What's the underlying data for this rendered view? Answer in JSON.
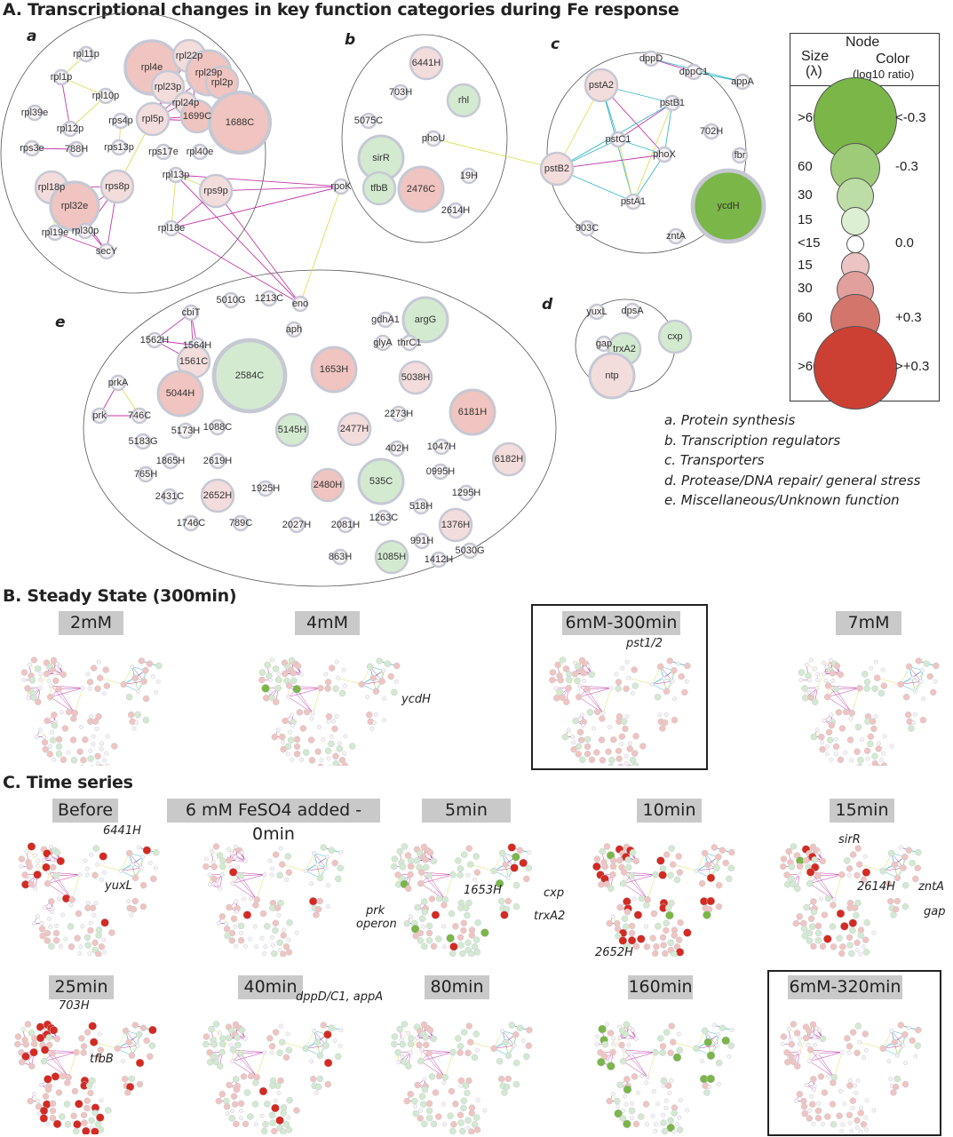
{
  "sections": {
    "a_title": "A. Transcriptional changes in key function categories during Fe response",
    "b_title": "B. Steady State (300min)",
    "c_title": "C. Time series"
  },
  "groups": [
    {
      "letter": "a"
    },
    {
      "letter": "b"
    },
    {
      "letter": "c"
    },
    {
      "letter": "d"
    },
    {
      "letter": "e"
    }
  ],
  "network": {
    "nodes": [
      {
        "id": "rpl11p",
        "size": "<15",
        "color": "neutral"
      },
      {
        "id": "rpl1p",
        "size": "<15",
        "color": "neutral"
      },
      {
        "id": "rpl10p",
        "size": "<15",
        "color": "neutral"
      },
      {
        "id": "rpl39e",
        "size": "<15",
        "color": "neutral"
      },
      {
        "id": "rpl12p",
        "size": "<15",
        "color": "neutral"
      },
      {
        "id": "rps3e",
        "size": "<15",
        "color": "neutral"
      },
      {
        "id": "788H",
        "size": "<15",
        "color": "neutral"
      },
      {
        "id": "rps4p",
        "size": "<15",
        "color": "neutral"
      },
      {
        "id": "rps13p",
        "size": "<15",
        "color": "neutral"
      },
      {
        "id": "rpl4e",
        "size": ">60",
        "color": "up-mid"
      },
      {
        "id": "rpl22p",
        "size": "30",
        "color": "up-low"
      },
      {
        "id": "rpl29p",
        "size": "60",
        "color": "up-mid"
      },
      {
        "id": "rpl2p",
        "size": "30",
        "color": "up-mid"
      },
      {
        "id": "rpl23p",
        "size": "30",
        "color": "up-low"
      },
      {
        "id": "rpl24p",
        "size": "15",
        "color": "up-low"
      },
      {
        "id": "rpl5p",
        "size": "30",
        "color": "up-low"
      },
      {
        "id": "1699C",
        "size": "30",
        "color": "up-mid"
      },
      {
        "id": "1688C",
        "size": ">60",
        "color": "up-mid"
      },
      {
        "id": "rps17e",
        "size": "<15",
        "color": "neutral"
      },
      {
        "id": "rpl40e",
        "size": "<15",
        "color": "neutral"
      },
      {
        "id": "rpl18p",
        "size": "30",
        "color": "up-low"
      },
      {
        "id": "rpl32e",
        "size": "60",
        "color": "up-mid"
      },
      {
        "id": "rps8p",
        "size": "30",
        "color": "up-low"
      },
      {
        "id": "rpl19e",
        "size": "<15",
        "color": "neutral"
      },
      {
        "id": "rpl30p",
        "size": "<15",
        "color": "neutral"
      },
      {
        "id": "secY",
        "size": "<15",
        "color": "neutral"
      },
      {
        "id": "rpl13p",
        "size": "<15",
        "color": "neutral"
      },
      {
        "id": "rps9p",
        "size": "30",
        "color": "up-low"
      },
      {
        "id": "rpl18e",
        "size": "<15",
        "color": "neutral"
      },
      {
        "id": "rpoK",
        "size": "<15",
        "color": "neutral"
      },
      {
        "id": "6441H",
        "size": "30",
        "color": "up-low"
      },
      {
        "id": "703H",
        "size": "<15",
        "color": "neutral"
      },
      {
        "id": "rhl",
        "size": "30",
        "color": "down-low"
      },
      {
        "id": "5075C",
        "size": "<15",
        "color": "neutral"
      },
      {
        "id": "phoU",
        "size": "<15",
        "color": "neutral"
      },
      {
        "id": "sirR",
        "size": "60",
        "color": "down-low"
      },
      {
        "id": "tfbB",
        "size": "30",
        "color": "down-low"
      },
      {
        "id": "2476C",
        "size": "60",
        "color": "up-mid"
      },
      {
        "id": "19H",
        "size": "<15",
        "color": "neutral"
      },
      {
        "id": "2614H",
        "size": "<15",
        "color": "neutral"
      },
      {
        "id": "dppD",
        "size": "<15",
        "color": "neutral"
      },
      {
        "id": "dppC1",
        "size": "<15",
        "color": "neutral"
      },
      {
        "id": "appA",
        "size": "<15",
        "color": "neutral"
      },
      {
        "id": "pstA2",
        "size": "30",
        "color": "up-low"
      },
      {
        "id": "pstB1",
        "size": "<15",
        "color": "neutral"
      },
      {
        "id": "702H",
        "size": "<15",
        "color": "neutral"
      },
      {
        "id": "pstC1",
        "size": "<15",
        "color": "neutral"
      },
      {
        "id": "phoX",
        "size": "<15",
        "color": "neutral"
      },
      {
        "id": "fbr",
        "size": "<15",
        "color": "neutral"
      },
      {
        "id": "pstB2",
        "size": "30",
        "color": "up-low"
      },
      {
        "id": "pstA1",
        "size": "<15",
        "color": "neutral"
      },
      {
        "id": "ycdH",
        "size": ">60",
        "color": "down-high"
      },
      {
        "id": "903C",
        "size": "<15",
        "color": "neutral"
      },
      {
        "id": "zntA",
        "size": "<15",
        "color": "neutral"
      },
      {
        "id": "yuxL",
        "size": "<15",
        "color": "neutral"
      },
      {
        "id": "dpsA",
        "size": "<15",
        "color": "neutral"
      },
      {
        "id": "cxp",
        "size": "30",
        "color": "down-low"
      },
      {
        "id": "gap",
        "size": "<15",
        "color": "neutral"
      },
      {
        "id": "trxA2",
        "size": "30",
        "color": "down-low"
      },
      {
        "id": "ntp",
        "size": "60",
        "color": "up-low"
      },
      {
        "id": "5010G",
        "size": "<15",
        "color": "neutral"
      },
      {
        "id": "1213C",
        "size": "<15",
        "color": "neutral"
      },
      {
        "id": "eno",
        "size": "<15",
        "color": "neutral"
      },
      {
        "id": "cbiT",
        "size": "<15",
        "color": "neutral"
      },
      {
        "id": "aph",
        "size": "<15",
        "color": "neutral"
      },
      {
        "id": "gdhA1",
        "size": "<15",
        "color": "neutral"
      },
      {
        "id": "argG",
        "size": "60",
        "color": "down-low"
      },
      {
        "id": "glyA",
        "size": "<15",
        "color": "neutral"
      },
      {
        "id": "thrC1",
        "size": "<15",
        "color": "neutral"
      },
      {
        "id": "1562H",
        "size": "<15",
        "color": "neutral"
      },
      {
        "id": "1564H",
        "size": "<15",
        "color": "neutral"
      },
      {
        "id": "1561C",
        "size": "30",
        "color": "up-low"
      },
      {
        "id": "2584C",
        "size": ">60",
        "color": "down-low"
      },
      {
        "id": "1653H",
        "size": "60",
        "color": "up-mid"
      },
      {
        "id": "5038H",
        "size": "30",
        "color": "up-low"
      },
      {
        "id": "prkA",
        "size": "<15",
        "color": "neutral"
      },
      {
        "id": "5044H",
        "size": "60",
        "color": "up-mid"
      },
      {
        "id": "prk",
        "size": "<15",
        "color": "neutral"
      },
      {
        "id": "746C",
        "size": "<15",
        "color": "neutral"
      },
      {
        "id": "2273H",
        "size": "<15",
        "color": "neutral"
      },
      {
        "id": "6181H",
        "size": "60",
        "color": "up-mid"
      },
      {
        "id": "5173H",
        "size": "<15",
        "color": "neutral"
      },
      {
        "id": "1088C",
        "size": "<15",
        "color": "neutral"
      },
      {
        "id": "5145H",
        "size": "30",
        "color": "down-low"
      },
      {
        "id": "2477H",
        "size": "30",
        "color": "up-low"
      },
      {
        "id": "5183G",
        "size": "<15",
        "color": "neutral"
      },
      {
        "id": "402H",
        "size": "<15",
        "color": "neutral"
      },
      {
        "id": "1047H",
        "size": "<15",
        "color": "neutral"
      },
      {
        "id": "6182H",
        "size": "30",
        "color": "up-low"
      },
      {
        "id": "1865H",
        "size": "<15",
        "color": "neutral"
      },
      {
        "id": "2619H",
        "size": "<15",
        "color": "neutral"
      },
      {
        "id": "765H",
        "size": "<15",
        "color": "neutral"
      },
      {
        "id": "0995H",
        "size": "<15",
        "color": "neutral"
      },
      {
        "id": "2431C",
        "size": "<15",
        "color": "neutral"
      },
      {
        "id": "2652H",
        "size": "30",
        "color": "up-low"
      },
      {
        "id": "1925H",
        "size": "<15",
        "color": "neutral"
      },
      {
        "id": "2480H",
        "size": "30",
        "color": "up-mid"
      },
      {
        "id": "535C",
        "size": "60",
        "color": "down-low"
      },
      {
        "id": "1295H",
        "size": "<15",
        "color": "neutral"
      },
      {
        "id": "518H",
        "size": "<15",
        "color": "neutral"
      },
      {
        "id": "1263C",
        "size": "<15",
        "color": "neutral"
      },
      {
        "id": "1376H",
        "size": "30",
        "color": "up-low"
      },
      {
        "id": "1746C",
        "size": "<15",
        "color": "neutral"
      },
      {
        "id": "789C",
        "size": "<15",
        "color": "neutral"
      },
      {
        "id": "2027H",
        "size": "<15",
        "color": "neutral"
      },
      {
        "id": "2081H",
        "size": "<15",
        "color": "neutral"
      },
      {
        "id": "991H",
        "size": "<15",
        "color": "neutral"
      },
      {
        "id": "5030G",
        "size": "<15",
        "color": "neutral"
      },
      {
        "id": "863H",
        "size": "<15",
        "color": "neutral"
      },
      {
        "id": "1085H",
        "size": "30",
        "color": "down-low"
      },
      {
        "id": "1412H",
        "size": "<15",
        "color": "neutral"
      }
    ],
    "edge_colors": {
      "magenta": "#c23aa8",
      "yellow": "#dede5c",
      "cyan": "#3bb8c9"
    }
  },
  "legend": {
    "title": "Node",
    "size_header": "Size",
    "size_unit": "(λ)",
    "color_header": "Color",
    "color_unit": "(log10 ratio)",
    "rows": [
      {
        "size": ">60",
        "color_value": "<-0.3",
        "fill": "#7ab648"
      },
      {
        "size": "60",
        "color_value": "-0.3",
        "fill": "#9dcb78"
      },
      {
        "size": "30",
        "color_value": "",
        "fill": "#bddda6"
      },
      {
        "size": "15",
        "color_value": "",
        "fill": "#ddefd2"
      },
      {
        "size": "<15",
        "color_value": "0.0",
        "fill": "#ffffff"
      },
      {
        "size": "15",
        "color_value": "",
        "fill": "#ecc4c4"
      },
      {
        "size": "30",
        "color_value": "",
        "fill": "#e2a09c"
      },
      {
        "size": "60",
        "color_value": "+0.3",
        "fill": "#d4756c"
      },
      {
        "size": ">60",
        "color_value": ">+0.3",
        "fill": "#cc4034"
      }
    ]
  },
  "categories": [
    "a. Protein synthesis",
    "b. Transcription regulators",
    "c. Transporters",
    "d. Protease/DNA repair/ general stress",
    "e. Miscellaneous/Unknown  function"
  ],
  "steady_state": [
    {
      "label": "2mM",
      "highlighted": false,
      "annotation": ""
    },
    {
      "label": "4mM",
      "highlighted": false,
      "annotation": "ycdH"
    },
    {
      "label": "6mM-300min",
      "highlighted": true,
      "annotation": "pst1/2"
    },
    {
      "label": "7mM",
      "highlighted": false,
      "annotation": ""
    }
  ],
  "time_series": [
    {
      "label": "Before",
      "highlighted": false,
      "annotations": [
        "6441H",
        "yuxL"
      ]
    },
    {
      "label": "6 mM FeSO4 added - 0min",
      "highlighted": false,
      "annotations": []
    },
    {
      "label": "5min",
      "highlighted": false,
      "annotations": [
        "1653H",
        "prk",
        "operon",
        "cxp",
        "trxA2"
      ]
    },
    {
      "label": "10min",
      "highlighted": false,
      "annotations": [
        "2652H"
      ]
    },
    {
      "label": "15min",
      "highlighted": false,
      "annotations": [
        "sirR",
        "2614H",
        "zntA",
        "gap"
      ]
    },
    {
      "label": "25min",
      "highlighted": false,
      "annotations": [
        "703H",
        "tfbB"
      ]
    },
    {
      "label": "40min",
      "highlighted": false,
      "annotations": [
        "dppD/C1, appA"
      ]
    },
    {
      "label": "80min",
      "highlighted": false,
      "annotations": []
    },
    {
      "label": "160min",
      "highlighted": false,
      "annotations": []
    },
    {
      "label": "6mM-320min",
      "highlighted": true,
      "annotations": []
    }
  ],
  "colors": {
    "neutral": "#f7f3f4",
    "up-low": "#f3dcdc",
    "up-mid": "#f0c4c0",
    "up-high": "#d42a22",
    "down-low": "#d3ead0",
    "down-high": "#7ab648",
    "node_ring": "#c6c8d4"
  }
}
